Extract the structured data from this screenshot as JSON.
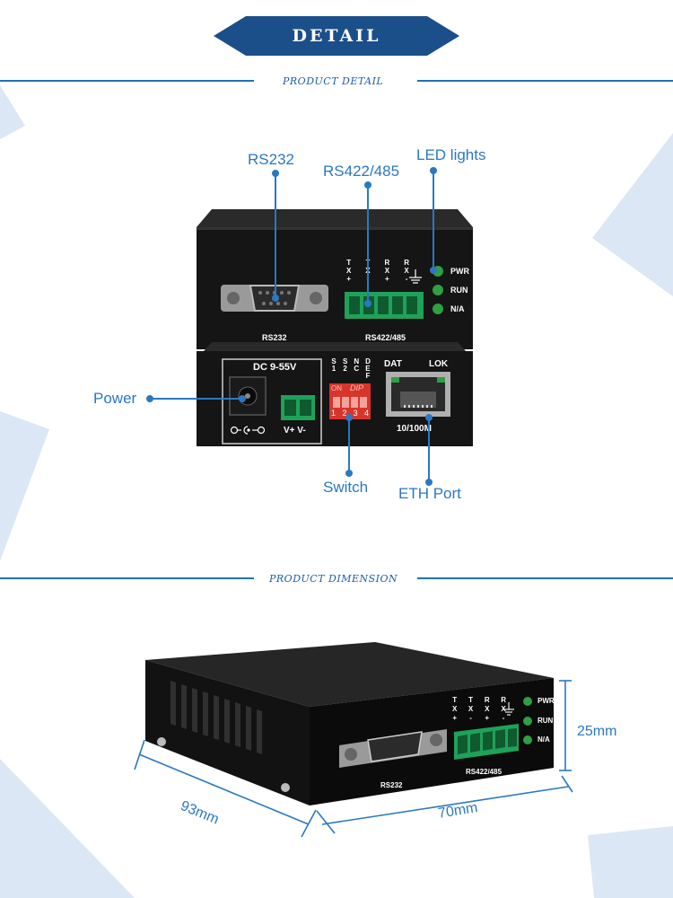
{
  "banner": {
    "title": "DETAIL"
  },
  "section1": {
    "title": "PRODUCT DETAIL"
  },
  "section2": {
    "title": "PRODUCT DIMENSION"
  },
  "callouts": {
    "rs232": "RS232",
    "rs422_485": "RS422/485",
    "led_lights": "LED lights",
    "power": "Power",
    "switch": "Switch",
    "eth_port": "ETH Port"
  },
  "front_panel": {
    "rs232_label": "RS232",
    "rs422_label": "RS422/485",
    "terminal_pins": [
      {
        "line1": "T",
        "line2": "X",
        "line3": "+"
      },
      {
        "line1": "T",
        "line2": "X",
        "line3": "-"
      },
      {
        "line1": "R",
        "line2": "X",
        "line3": "+"
      },
      {
        "line1": "R",
        "line2": "X",
        "line3": "-"
      }
    ],
    "leds": [
      "PWR",
      "RUN",
      "N/A"
    ]
  },
  "back_panel": {
    "dc_label": "DC 9-55V",
    "power_terminal_label": "V+ V-",
    "switch_labels": [
      "S1",
      "S2",
      "NC",
      "DEF"
    ],
    "switch_on": "ON",
    "switch_brand": "DIP",
    "switch_numbers": [
      "1",
      "2",
      "3",
      "4"
    ],
    "eth_dat": "DAT",
    "eth_lok": "LOK",
    "eth_speed": "10/100M"
  },
  "dimensions": {
    "height": "25mm",
    "depth": "93mm",
    "width": "70mm"
  },
  "colors": {
    "accent_blue": "#1a4f8a",
    "line_blue": "#1f72b8",
    "label_blue": "#2a78c2",
    "bg_shape": "#dbe7f4",
    "terminal_green": "#1fa15a",
    "led_green": "#2ea043",
    "switch_red": "#d7352c"
  }
}
